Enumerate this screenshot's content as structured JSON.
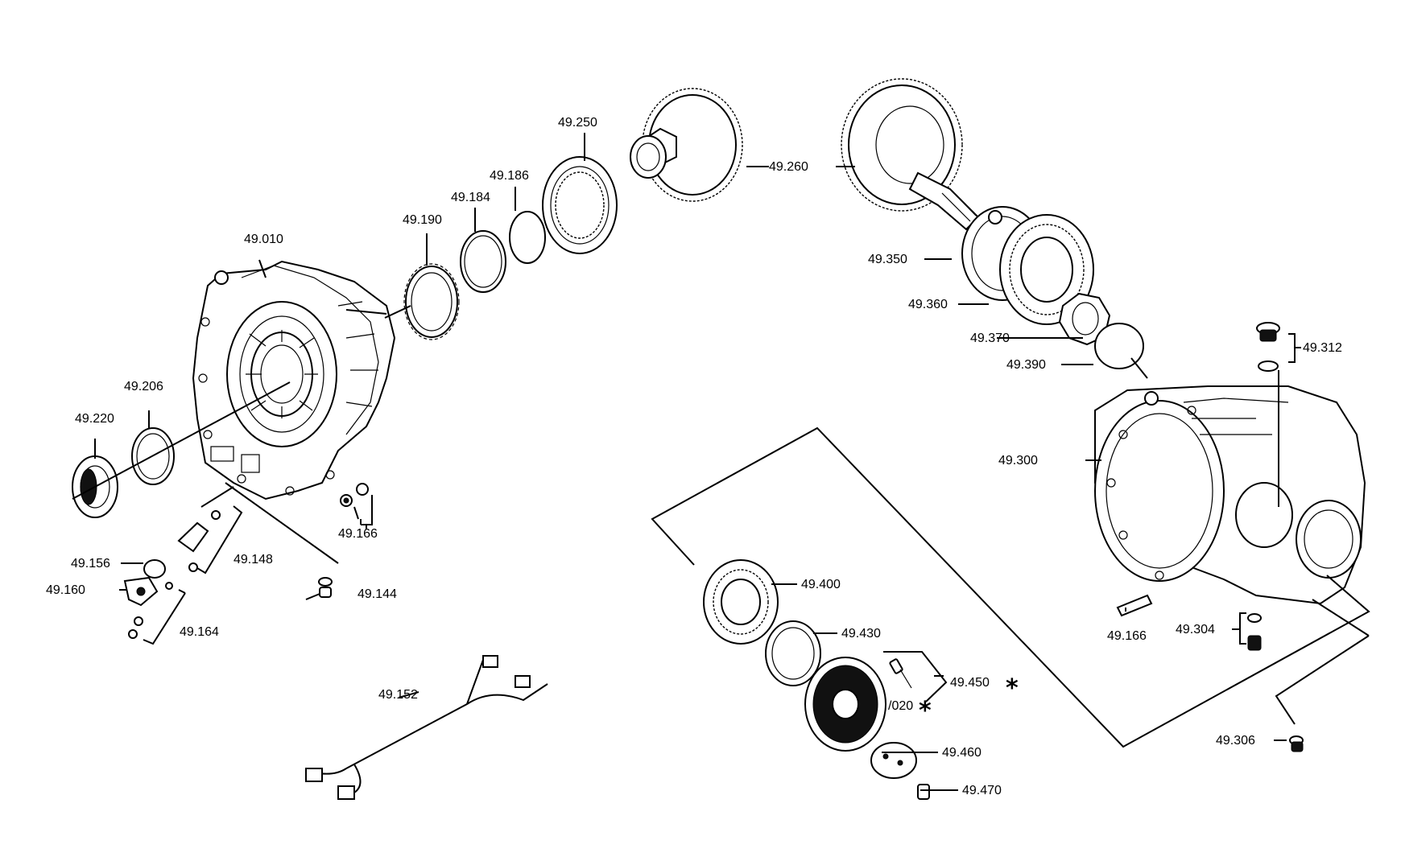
{
  "diagram": {
    "type": "exploded parts diagram",
    "labels": {
      "p49010": "49.010",
      "p49144": "49.144",
      "p49148": "49.148",
      "p49152": "49.152",
      "p49156": "49.156",
      "p49160": "49.160",
      "p49164": "49.164",
      "p49166a": "49.166",
      "p49166b": "49.166",
      "p49184": "49.184",
      "p49186": "49.186",
      "p49190": "49.190",
      "p49206": "49.206",
      "p49220": "49.220",
      "p49250": "49.250",
      "p49260": "49.260",
      "p49300": "49.300",
      "p49304": "49.304",
      "p49306": "49.306",
      "p49312": "49.312",
      "p49350": "49.350",
      "p49360": "49.360",
      "p49370": "49.370",
      "p49390": "49.390",
      "p49400": "49.400",
      "p49430": "49.430",
      "p49450": "49.450",
      "p49460": "49.460",
      "p49470": "49.470",
      "p020": "/020"
    },
    "marker": "*"
  }
}
